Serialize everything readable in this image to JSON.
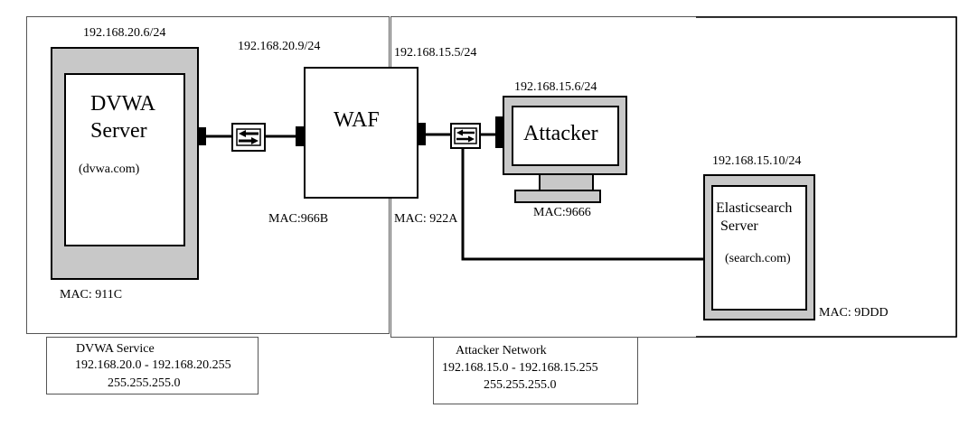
{
  "dvwa_side": {
    "server_ip": "192.168.20.6/24",
    "server_name_line1": "DVWA",
    "server_name_line2": "Server",
    "server_domain": "(dvwa.com)",
    "server_mac": "MAC: 911C"
  },
  "waf": {
    "label": "WAF",
    "left_ip": "192.168.20.9/24",
    "right_ip": "192.168.15.5/24",
    "left_mac": "MAC:966B",
    "right_mac": "MAC: 922A"
  },
  "attacker": {
    "ip": "192.168.15.6/24",
    "label": "Attacker",
    "mac": "MAC:9666"
  },
  "elasticsearch": {
    "ip": "192.168.15.10/24",
    "name_line1": "Elasticsearch",
    "name_line2": "Server",
    "domain": "(search.com)",
    "mac": "MAC: 9DDD"
  },
  "dvwa_network": {
    "title": "DVWA Service",
    "range": "192.168.20.0 - 192.168.20.255",
    "mask": "255.255.255.0"
  },
  "attacker_network": {
    "title": "Attacker Network",
    "range": "192.168.15.0 - 192.168.15.255",
    "mask": "255.255.255.0"
  },
  "colors": {
    "device_frame": "#c8c8c8",
    "line": "#000000"
  }
}
